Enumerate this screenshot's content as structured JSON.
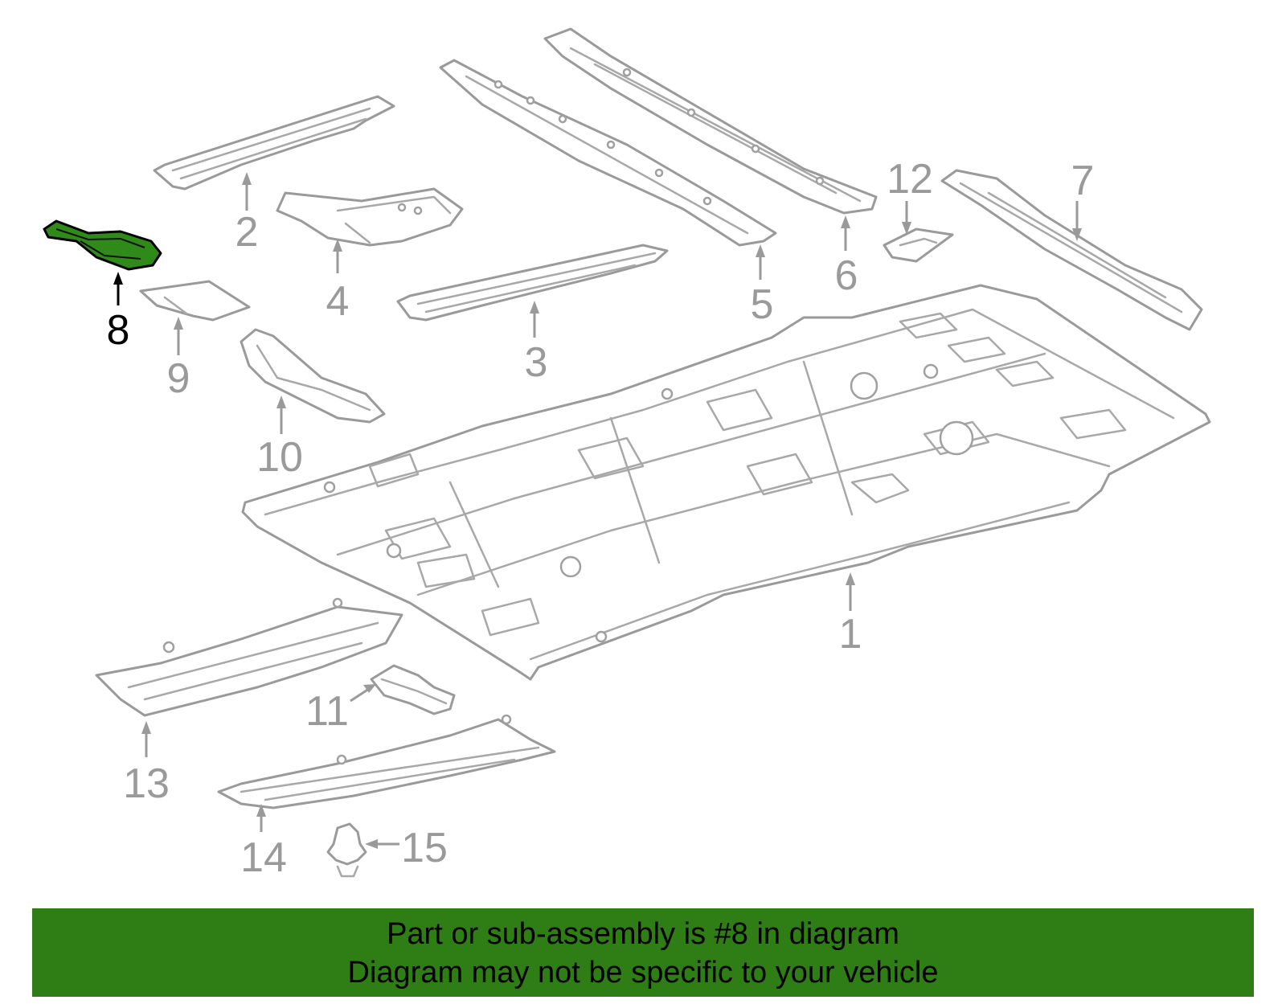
{
  "callouts": [
    {
      "id": "1",
      "label": "1"
    },
    {
      "id": "2",
      "label": "2"
    },
    {
      "id": "3",
      "label": "3"
    },
    {
      "id": "4",
      "label": "4"
    },
    {
      "id": "5",
      "label": "5"
    },
    {
      "id": "6",
      "label": "6"
    },
    {
      "id": "7",
      "label": "7"
    },
    {
      "id": "8",
      "label": "8"
    },
    {
      "id": "9",
      "label": "9"
    },
    {
      "id": "10",
      "label": "10"
    },
    {
      "id": "11",
      "label": "11"
    },
    {
      "id": "12",
      "label": "12"
    },
    {
      "id": "13",
      "label": "13"
    },
    {
      "id": "14",
      "label": "14"
    },
    {
      "id": "15",
      "label": "15"
    }
  ],
  "highlighted_part": "8",
  "colors": {
    "highlight": "#2f8a1a",
    "banner": "#2e7d15",
    "line_art": "#9a9a9a"
  },
  "banner": {
    "line1": "Part or sub-assembly is #8 in diagram",
    "line2": "Diagram may not be specific to your vehicle"
  }
}
